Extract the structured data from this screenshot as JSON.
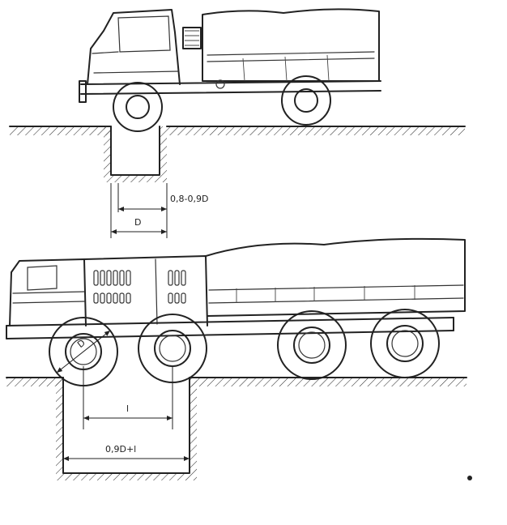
{
  "figure_top": {
    "dim_gap": "0,8-0,9D",
    "dim_wheel": "D"
  },
  "figure_bottom": {
    "dim_wheel": "D",
    "dim_axle": "l",
    "dim_gap": "0,9D+l"
  },
  "colors": {
    "ink": "#222222",
    "paper": "#ffffff"
  }
}
